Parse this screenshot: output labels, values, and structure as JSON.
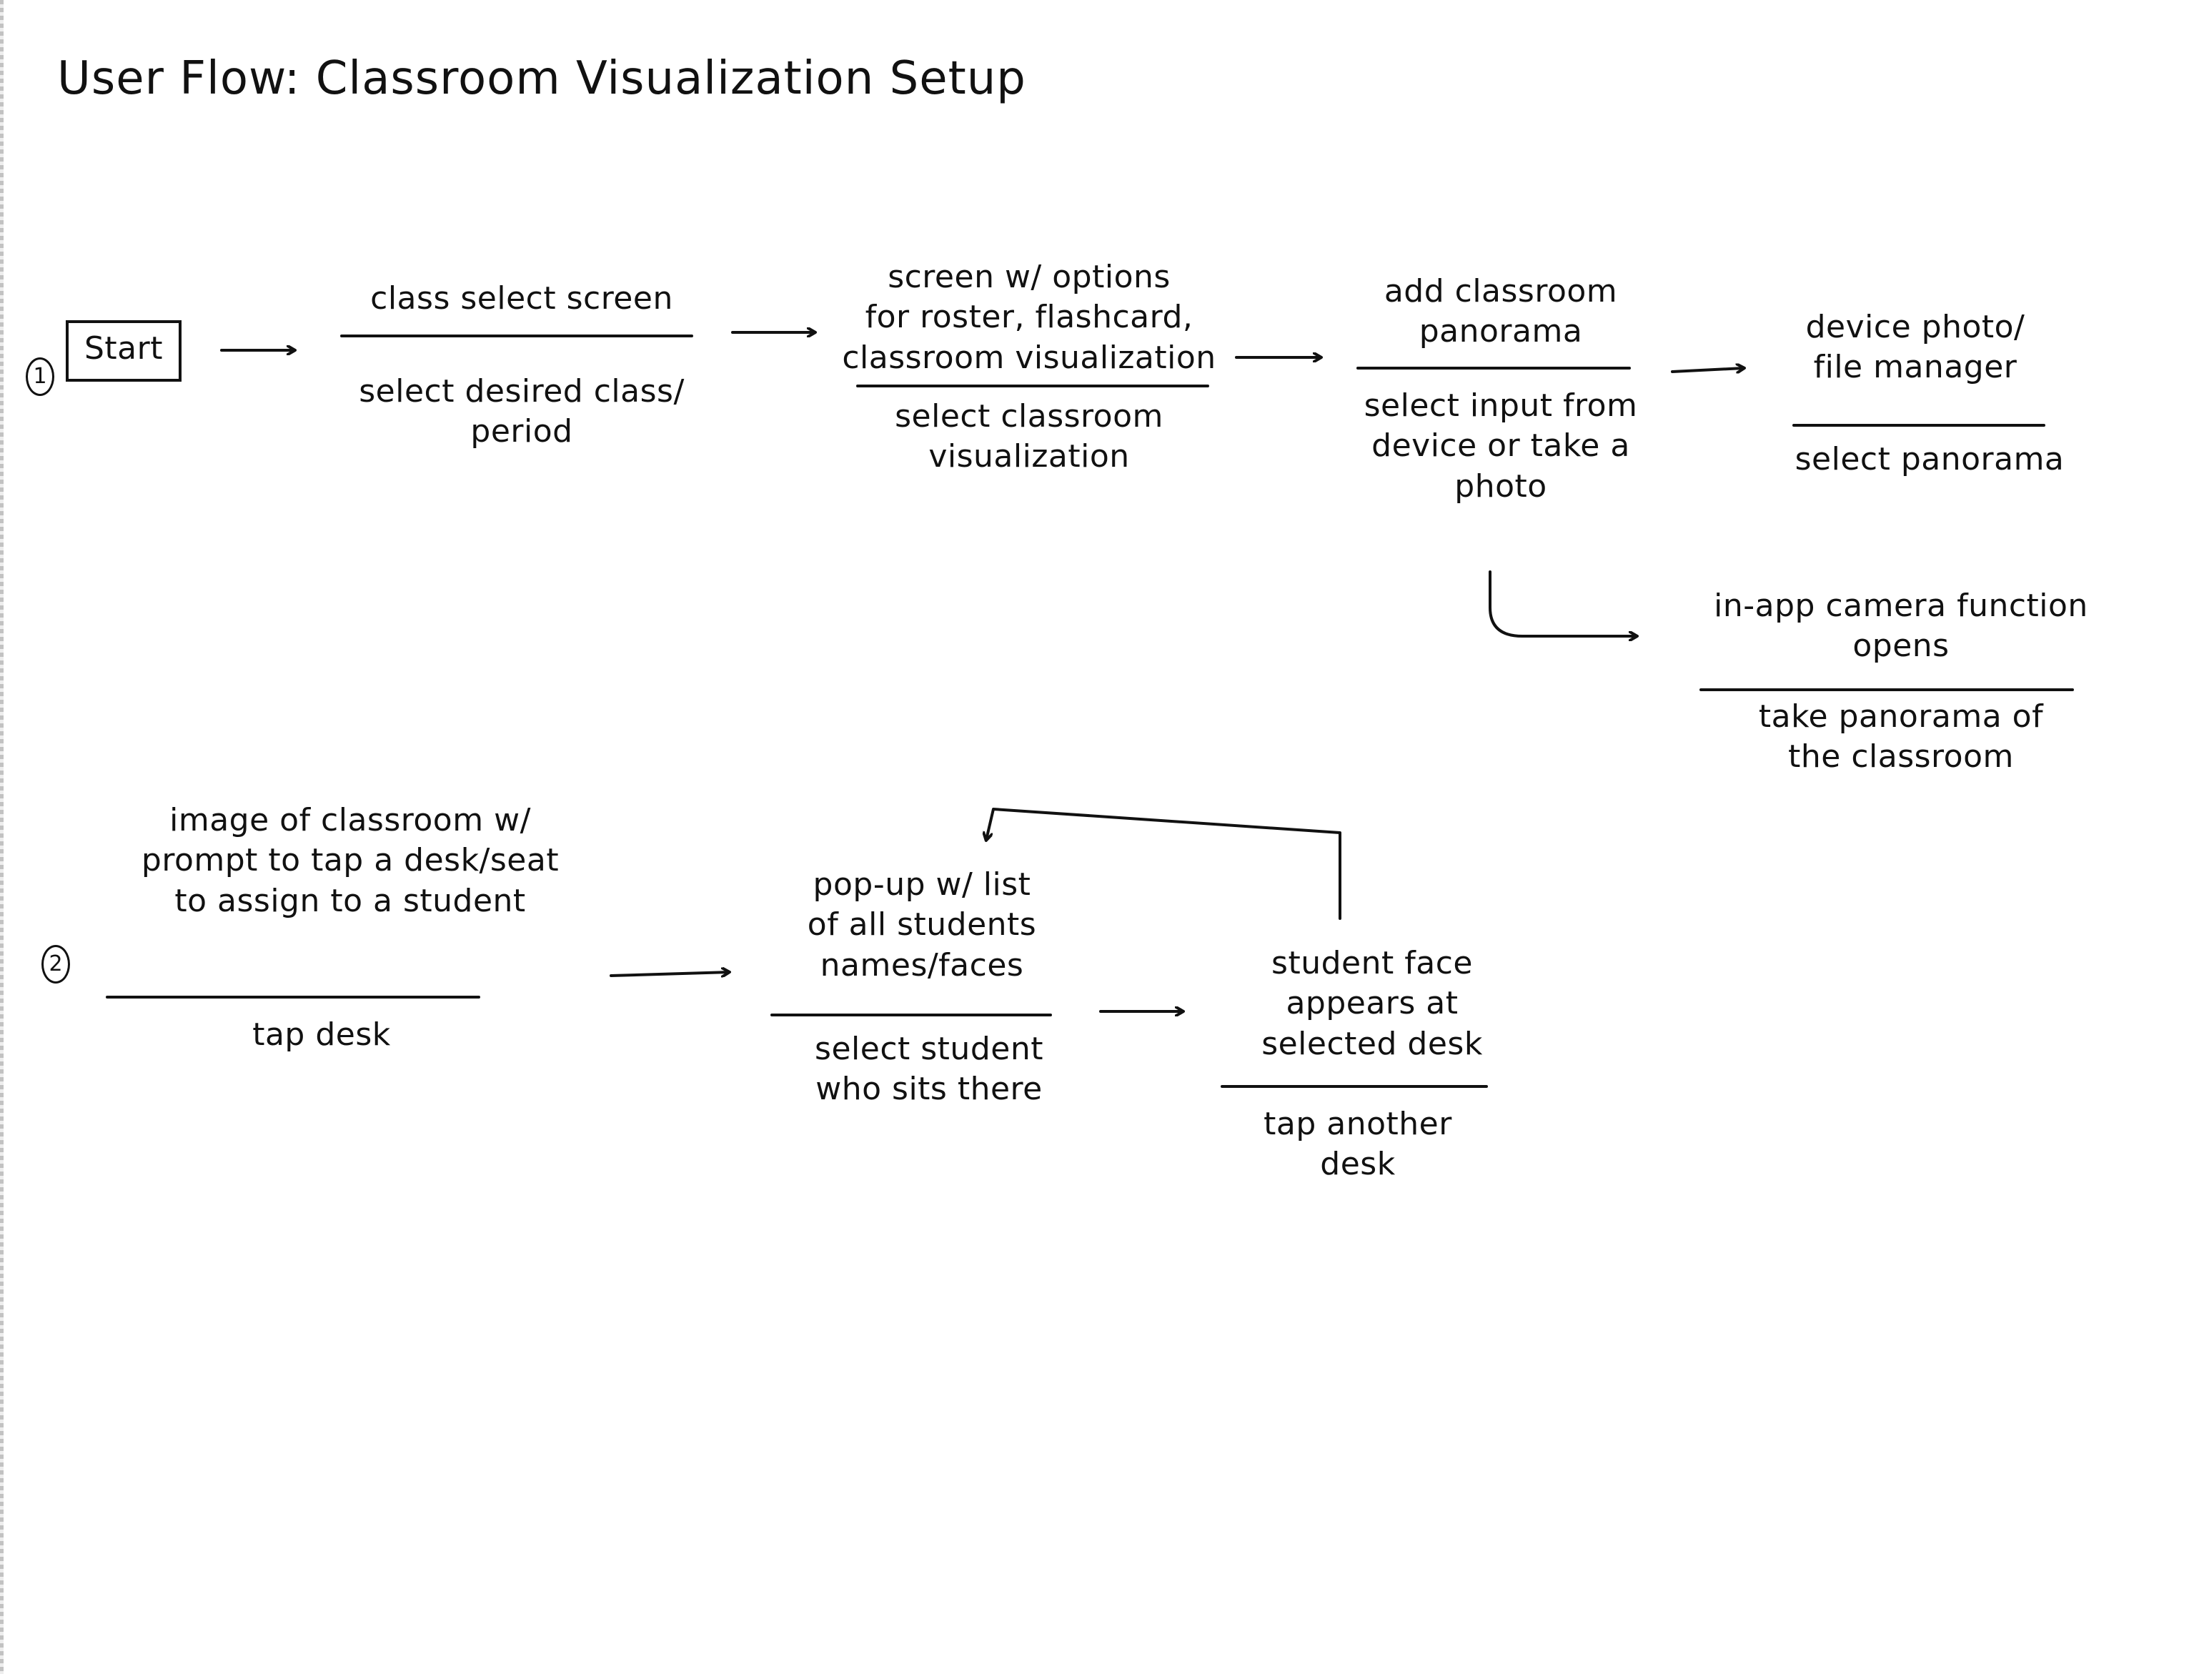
{
  "title": "User Flow: Classroom Visualization Setup",
  "steps": [
    "1",
    "2"
  ],
  "start_label": "Start",
  "flow1": [
    {
      "screen": "class select screen",
      "action": "select desired class/\nperiod"
    },
    {
      "screen": "screen w/ options\nfor roster, flashcard,\nclassroom visualization",
      "action": "select classroom\nvisualization"
    },
    {
      "screen": "add classroom\npanorama",
      "action": "select input from\ndevice or take a\nphoto"
    },
    {
      "screen": "device photo/\nfile manager",
      "action": "select panorama"
    },
    {
      "screen": "in-app camera function\nopens",
      "action": "take panorama of\nthe classroom"
    }
  ],
  "flow2": [
    {
      "screen": "image of classroom w/\nprompt to tap a desk/seat\nto assign to a student",
      "action": "tap desk"
    },
    {
      "screen": "pop-up w/ list\nof all students\nnames/faces",
      "action": "select student\nwho sits there"
    },
    {
      "screen": "student face\nappears at\nselected desk",
      "action": "tap another\ndesk"
    }
  ]
}
